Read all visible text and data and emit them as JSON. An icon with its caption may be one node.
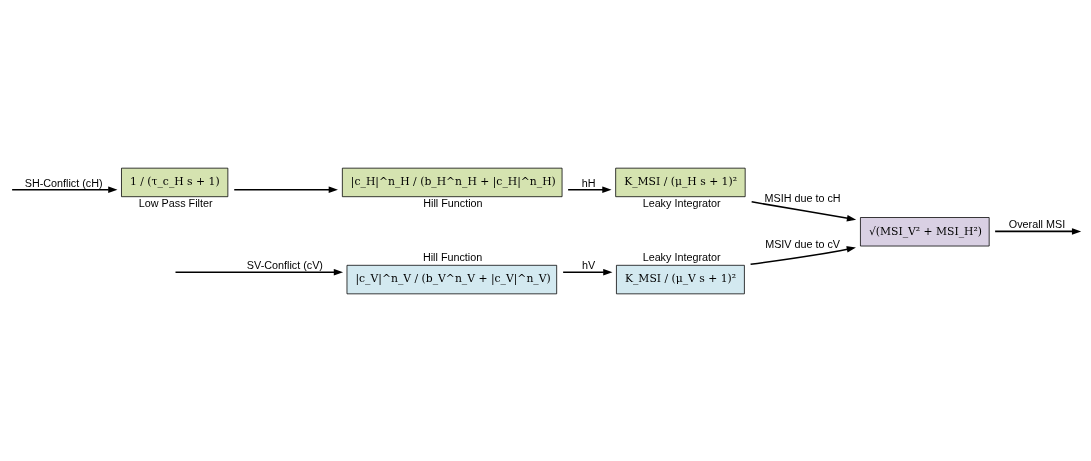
{
  "diagram": {
    "nodes": [
      {
        "text": [
          "Hill Function",
          "|c_V|^n_V / (b_V^n_V + |c_V|^n_V)"
        ]
      },
      {
        "text": [
          "Leaky Integrator",
          "K_MSI / (μ_V s + 1)²"
        ]
      },
      {
        "text": [
          "√(MSI_V² + MSI_H²)"
        ]
      },
      {
        "text": [
          "1 / (τ_c_H s + 1)",
          "Low Pass Filter"
        ]
      },
      {
        "text": [
          "|c_H|^n_H / (b_H^n_H + |c_H|^n_H)",
          "Hill Function"
        ]
      },
      {
        "text": [
          "K_MSI / (μ_H s + 1)²",
          "Leaky Integrator"
        ]
      }
    ],
    "edges": [
      {
        "from": null,
        "to": 0,
        "arrow": "to",
        "label": "SV-Conflict (cV)"
      },
      {
        "from": 0,
        "to": 1,
        "arrow": "to",
        "label": "hV"
      },
      {
        "from": 1,
        "to": 2,
        "arrow": "to",
        "label": "MSIV due to cV"
      },
      {
        "from": null,
        "to": 3,
        "arrow": "to",
        "label": "SH-Conflict (cH)"
      },
      {
        "from": 3,
        "to": 4,
        "arrow": "to"
      },
      {
        "from": 4,
        "to": 5,
        "arrow": "to",
        "label": "hH"
      },
      {
        "from": 5,
        "to": 2,
        "arrow": "to",
        "label": "MSIH due to cH"
      },
      {
        "from": 2,
        "to": null,
        "arrow": "to",
        "label": "Overall MSI"
      }
    ]
  }
}
